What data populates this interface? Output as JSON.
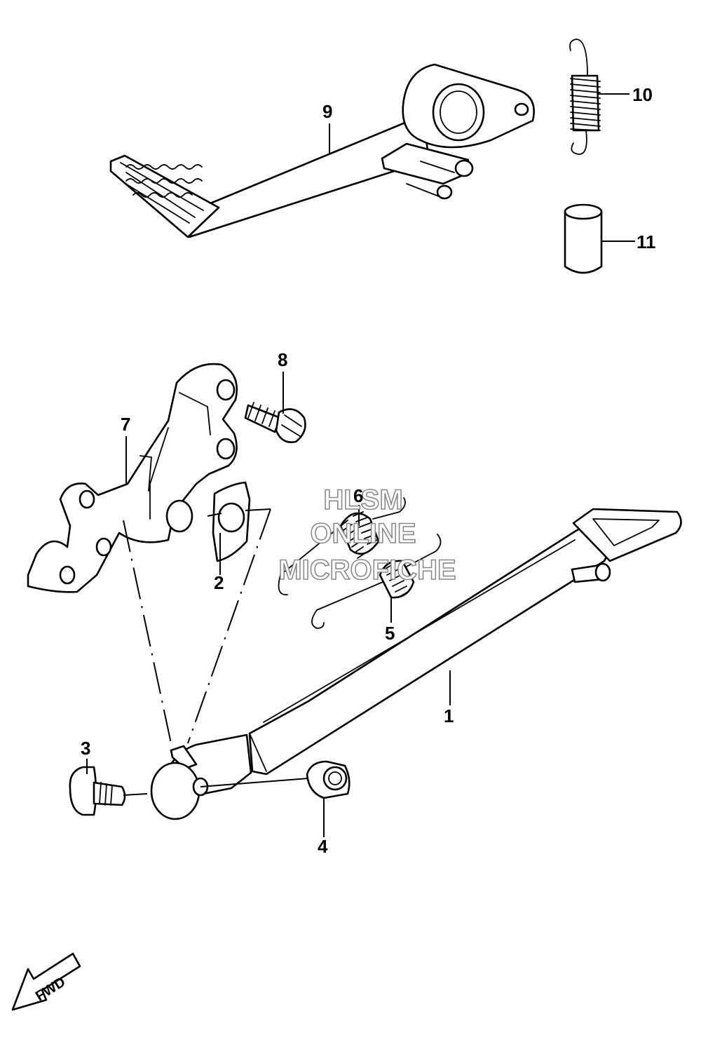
{
  "callouts": {
    "c1": "1",
    "c2": "2",
    "c3": "3",
    "c4": "4",
    "c5": "5",
    "c6": "6",
    "c7": "7",
    "c8": "8",
    "c9": "9",
    "c10": "10",
    "c11": "11"
  },
  "watermark": {
    "line1": "HLSM",
    "line2": "ONLINE",
    "line3": "MICROFICHE"
  },
  "direction_indicator": {
    "label": "FWD",
    "icon": "fwd-arrow-icon"
  },
  "colors": {
    "line": "#000000",
    "background": "#ffffff",
    "watermark": "#8a8a8a"
  }
}
